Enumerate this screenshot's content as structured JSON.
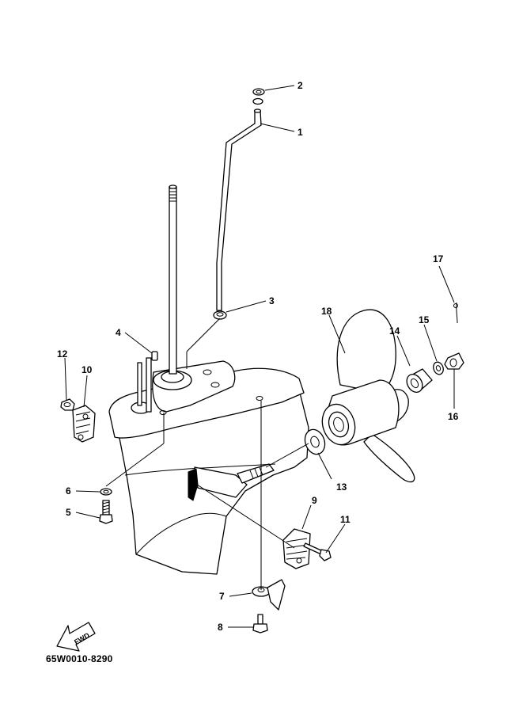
{
  "diagram": {
    "code": "65W0010-8290",
    "fwd_label": "FWD",
    "callouts": [
      "1",
      "2",
      "3",
      "4",
      "5",
      "6",
      "7",
      "8",
      "9",
      "10",
      "11",
      "12",
      "13",
      "14",
      "15",
      "16",
      "17",
      "18"
    ]
  }
}
